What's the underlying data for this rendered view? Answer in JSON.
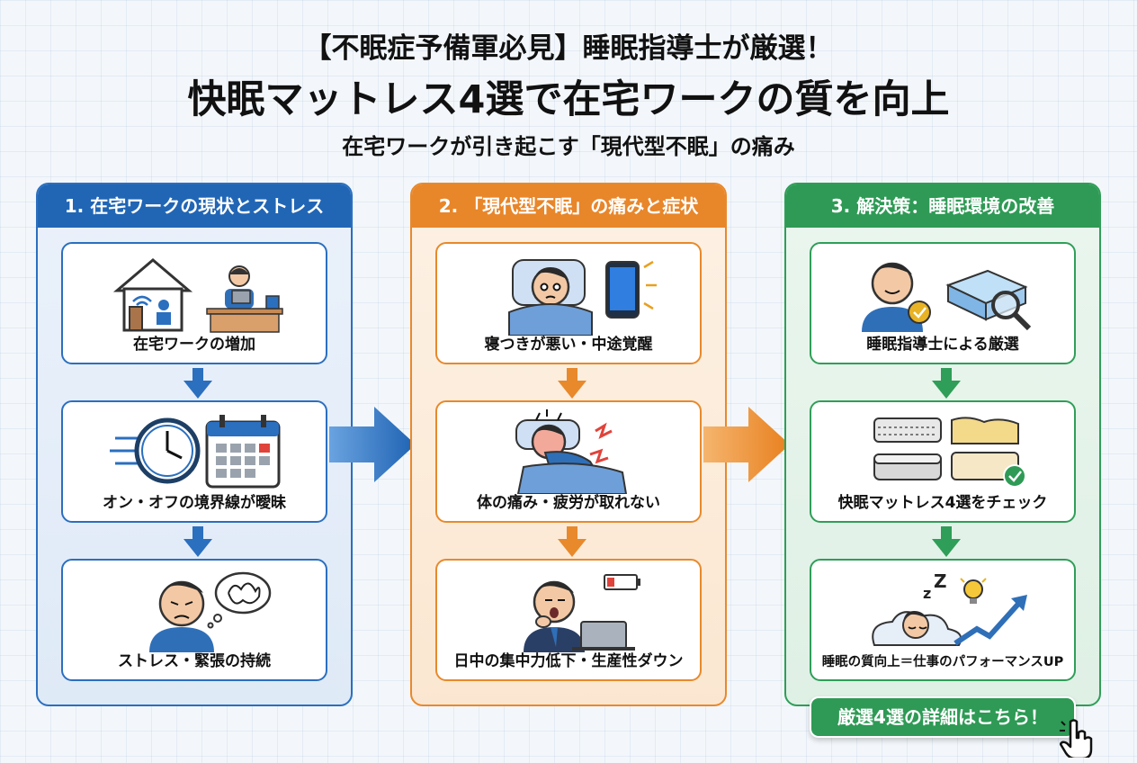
{
  "header": {
    "title_line1": "【不眠症予備軍必見】睡眠指導士が厳選！",
    "title_line2": "快眠マットレス4選で在宅ワークの質を向上",
    "subtitle": "在宅ワークが引き起こす「現代型不眠」の痛み"
  },
  "panels": [
    {
      "title": "1. 在宅ワークの現状とストレス",
      "color": "#2166b5",
      "cards": [
        {
          "label": "在宅ワークの増加",
          "icon": "house-remote-work-icon"
        },
        {
          "label": "オン・オフの境界線が曖昧",
          "icon": "clock-calendar-icon"
        },
        {
          "label": "ストレス・緊張の持続",
          "icon": "stressed-person-icon"
        }
      ]
    },
    {
      "title": "2. 「現代型不眠」の痛みと症状",
      "color": "#e8862a",
      "cards": [
        {
          "label": "寝つきが悪い・中途覚醒",
          "icon": "sleepless-phone-icon"
        },
        {
          "label": "体の痛み・疲労が取れない",
          "icon": "body-pain-icon"
        },
        {
          "label": "日中の集中力低下・生産性ダウン",
          "icon": "tired-worker-icon"
        }
      ]
    },
    {
      "title": "3. 解決策：睡眠環境の改善",
      "color": "#2e9a55",
      "cards": [
        {
          "label": "睡眠指導士による厳選",
          "icon": "expert-mattress-icon"
        },
        {
          "label": "快眠マットレス4選をチェック",
          "icon": "mattresses-icon"
        },
        {
          "label": "睡眠の質向上＝仕事のパフォーマンスUP",
          "icon": "sleep-growth-icon"
        }
      ]
    }
  ],
  "cta": {
    "label": "厳選4選の詳細はこちら！",
    "icon": "pointer-hand-icon"
  }
}
